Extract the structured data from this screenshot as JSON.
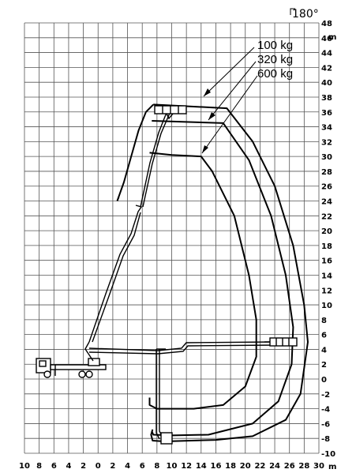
{
  "chart_data": {
    "type": "line",
    "title": "",
    "rotation_label": "180°",
    "x_unit": "m",
    "y_unit": "m",
    "xlim": [
      -10,
      30
    ],
    "ylim": [
      -10,
      48
    ],
    "x_tick_labels": [
      "10",
      "8",
      "6",
      "4",
      "2",
      "0",
      "2",
      "4",
      "6",
      "8",
      "10",
      "12",
      "14",
      "16",
      "18",
      "20",
      "22",
      "24",
      "26",
      "28",
      "30"
    ],
    "y_tick_labels": [
      "48",
      "46",
      "44",
      "42",
      "40",
      "38",
      "36",
      "34",
      "32",
      "30",
      "28",
      "26",
      "24",
      "22",
      "20",
      "18",
      "16",
      "14",
      "12",
      "10",
      "8",
      "6",
      "4",
      "2",
      "0",
      "-2",
      "-4",
      "-6",
      "-8",
      "-10"
    ],
    "grid": true,
    "series": [
      {
        "name": "100 kg",
        "points": [
          [
            7.5,
            37
          ],
          [
            17.5,
            36.5
          ],
          [
            21,
            32
          ],
          [
            24,
            26
          ],
          [
            26.5,
            18
          ],
          [
            28,
            10
          ],
          [
            28.5,
            5
          ],
          [
            27.5,
            -2
          ],
          [
            25.5,
            -5.5
          ],
          [
            21,
            -7.7
          ],
          [
            16,
            -8.2
          ],
          [
            9,
            -8.4
          ],
          [
            7.4,
            -8.3
          ],
          [
            7.2,
            -7.5
          ],
          [
            7.4,
            -6.8
          ]
        ]
      },
      {
        "name": "320 kg",
        "points": [
          [
            7.3,
            34.8
          ],
          [
            17,
            34.5
          ],
          [
            20.5,
            29.5
          ],
          [
            23.5,
            22
          ],
          [
            25.5,
            14
          ],
          [
            26.5,
            7
          ],
          [
            26.3,
            2
          ],
          [
            24.5,
            -3
          ],
          [
            21,
            -6
          ],
          [
            15,
            -7.5
          ],
          [
            10,
            -7.6
          ],
          [
            7.5,
            -7.5
          ],
          [
            7.3,
            -7
          ]
        ]
      },
      {
        "name": "600 kg",
        "points": [
          [
            7,
            30.5
          ],
          [
            10,
            30.2
          ],
          [
            14,
            30
          ],
          [
            15.5,
            28
          ],
          [
            18.5,
            22
          ],
          [
            20.5,
            14
          ],
          [
            21.5,
            8
          ],
          [
            21.5,
            3
          ],
          [
            20,
            -1
          ],
          [
            17,
            -3.5
          ],
          [
            13,
            -4
          ],
          [
            8,
            -4
          ],
          [
            7,
            -3.5
          ],
          [
            7,
            -2.5
          ]
        ]
      }
    ],
    "outer_boundary": [
      [
        2.8,
        24.5
      ],
      [
        2.6,
        24
      ],
      [
        3.5,
        26.5
      ],
      [
        4.5,
        30
      ],
      [
        5.5,
        33.5
      ],
      [
        6.5,
        36
      ],
      [
        7.5,
        37
      ]
    ]
  }
}
